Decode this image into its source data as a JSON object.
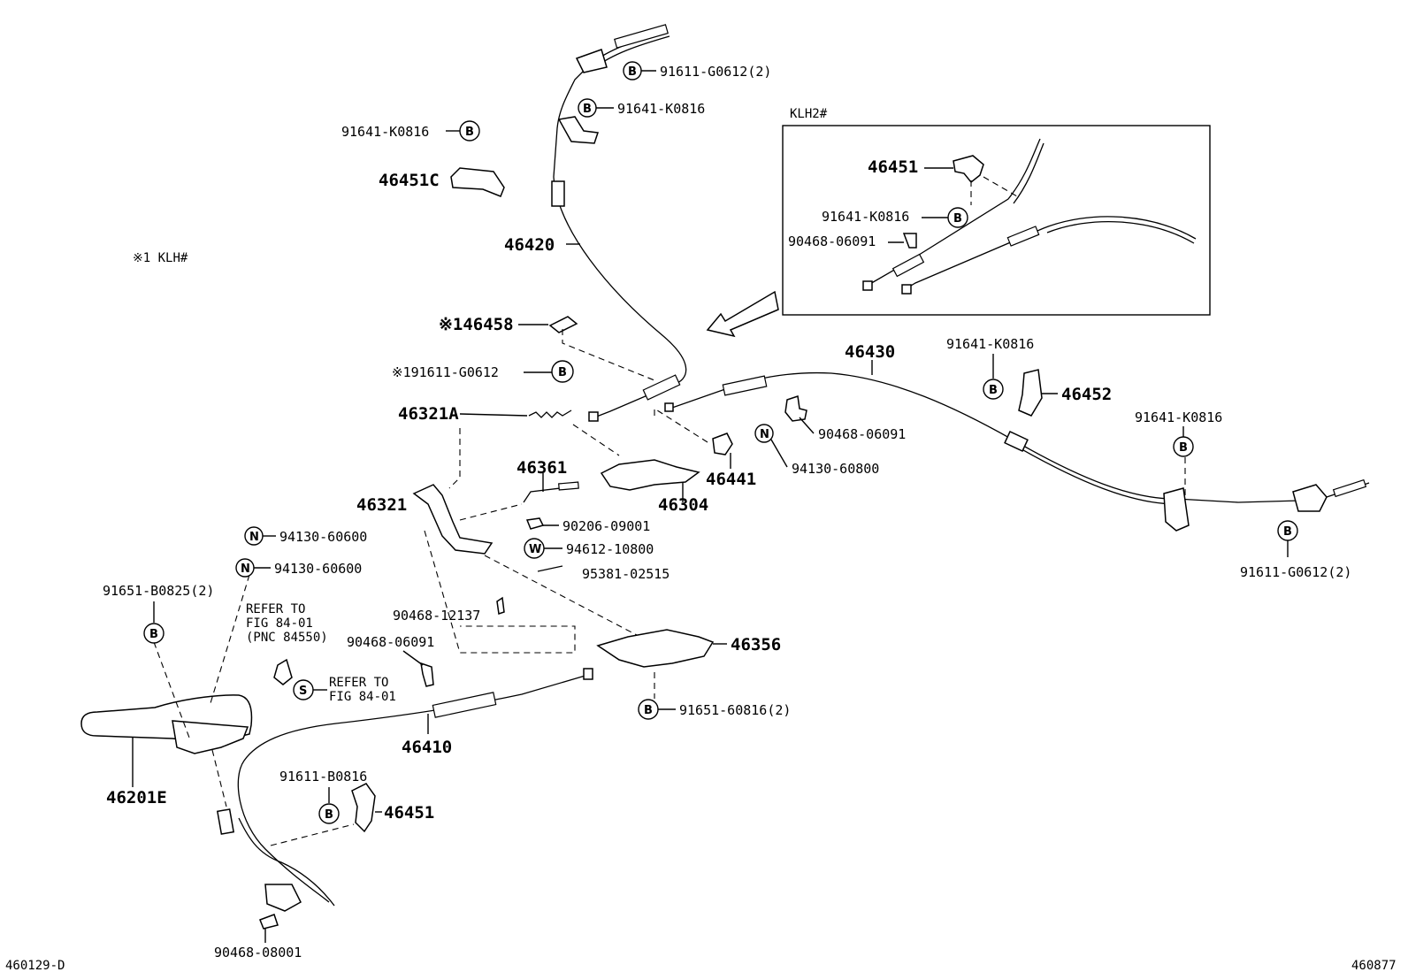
{
  "labels": {
    "p46201E": "46201E",
    "p46410": "46410",
    "p46420": "46420",
    "p46430": "46430",
    "p46451C": "46451C",
    "p46451": "46451",
    "p46451_inset": "46451",
    "p46452": "46452",
    "p46458": "※146458",
    "p46321A": "46321A",
    "p46321": "46321",
    "p46361": "46361",
    "p46304": "46304",
    "p46441": "46441",
    "p46356": "46356",
    "note_klh": "※1 KLH#",
    "inset_title": "KLH2#"
  },
  "codes": {
    "c_top_g0612": "91611-G0612(2)",
    "c_top_k0816": "91641-K0816",
    "c_left_k0816": "91641-K0816",
    "c_g0612_star": "※191611-G0612",
    "c_right_k0816a": "91641-K0816",
    "c_right_k0816b": "91641-K0816",
    "c_right_g0612": "91611-G0612(2)",
    "c_inset_k0816": "91641-K0816",
    "c_inset_06091": "90468-06091",
    "c_06091_mid": "90468-06091",
    "c_94130_60800": "94130-60800",
    "c_90206": "90206-09001",
    "c_94612": "94612-10800",
    "c_95381": "95381-02515",
    "c_94130_a": "94130-60600",
    "c_94130_b": "94130-60600",
    "c_91651_b0825": "91651-B0825(2)",
    "c_12137": "90468-12137",
    "c_06091_low": "90468-06091",
    "c_91651_60816": "91651-60816(2)",
    "c_91611_b0816": "91611-B0816",
    "c_08001": "90468-08001"
  },
  "refer": {
    "r1_line1": "REFER TO",
    "r1_line2": "FIG 84-01",
    "r1_line3": "(PNC 84550)",
    "r2_line1": "REFER TO",
    "r2_line2": "FIG 84-01"
  },
  "symbols": {
    "B": "B",
    "N": "N",
    "W": "W",
    "S": "S"
  },
  "footer": {
    "left_id": "460129-D",
    "right_id": "460877"
  }
}
